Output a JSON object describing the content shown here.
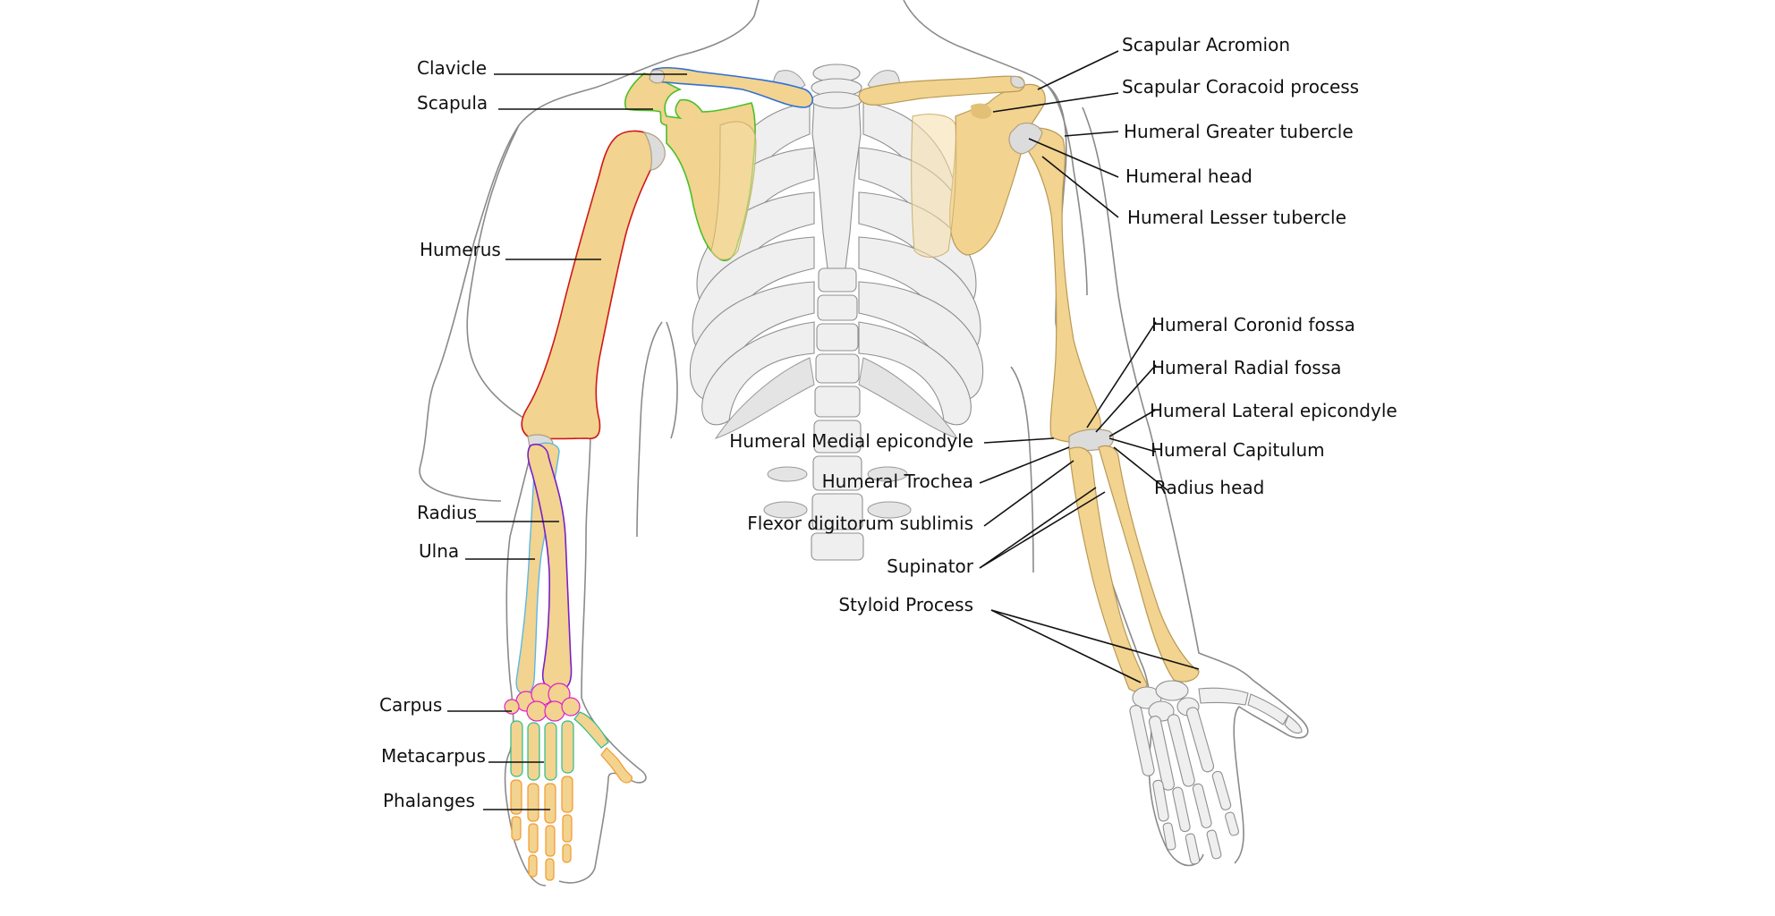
{
  "colors": {
    "bone": "#f2d38f",
    "bone_shadow": "#e2c176",
    "cartilage": "#dcdcdc",
    "skeleton_grey": "#efefef",
    "clavicle_outline": "#2f6fd6",
    "scapula_outline": "#4cbf2a",
    "humerus_outline": "#d01818",
    "radius_outline": "#7a1fc9",
    "ulna_outline": "#5ab8e6",
    "carpus_outline": "#e020c8",
    "metacarpus_outline": "#2cbf8a",
    "phalanges_outline": "#f29a2e"
  },
  "left_labels": {
    "clavicle": "Clavicle",
    "scapula": "Scapula",
    "humerus": "Humerus",
    "radius": "Radius",
    "ulna": "Ulna",
    "carpus": "Carpus",
    "metacarpus": "Metacarpus",
    "phalanges": "Phalanges"
  },
  "right_labels": {
    "scapular_acromion": "Scapular Acromion",
    "scapular_coracoid": "Scapular Coracoid process",
    "humeral_greater_tubercle": "Humeral Greater tubercle",
    "humeral_head": "Humeral head",
    "humeral_lesser_tubercle": "Humeral Lesser tubercle",
    "humeral_coronid_fossa": "Humeral Coronid fossa",
    "humeral_radial_fossa": "Humeral Radial fossa",
    "humeral_lateral_epicondyle": "Humeral Lateral epicondyle",
    "humeral_capitulum": "Humeral Capitulum",
    "radius_head": "Radius head"
  },
  "center_labels": {
    "humeral_medial_epicondyle": "Humeral Medial epicondyle",
    "humeral_trochea": "Humeral Trochea",
    "flexor_digitorum": "Flexor digitorum sublimis",
    "supinator": "Supinator",
    "styloid_process": "Styloid Process"
  }
}
